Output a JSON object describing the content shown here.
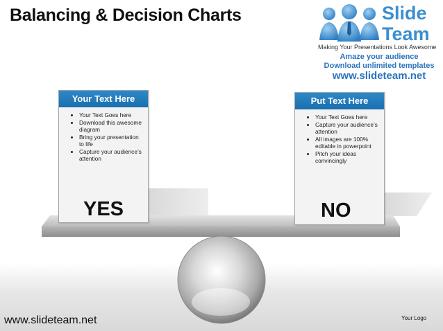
{
  "title": "Balancing & Decision Charts",
  "brand": {
    "name_line1": "Slide",
    "name_line2": "Team",
    "tagline": "Making Your Presentations Look Awesome",
    "promo_line1": "Amaze your audience",
    "promo_line2": "Download unlimited templates",
    "promo_url": "www.slideteam.net"
  },
  "left_card": {
    "heading": "Your Text Here",
    "bullets": [
      "Your Text Goes here",
      "Download this awesome diagram",
      "Bring your presentation to life",
      "Capture your audience’s attention"
    ],
    "label": "YES"
  },
  "right_card": {
    "heading": "Put Text Here",
    "bullets": [
      "Your Text Goes here",
      "Capture your audience’s attention",
      "All images are 100% editable in powerpoint",
      "Pitch your ideas convincingly"
    ],
    "label": "NO"
  },
  "footer": {
    "url": "www.slideteam.net",
    "logo_text": "Your Logo"
  },
  "colors": {
    "accent": "#2b7fc0",
    "brand": "#3a8fd0"
  }
}
